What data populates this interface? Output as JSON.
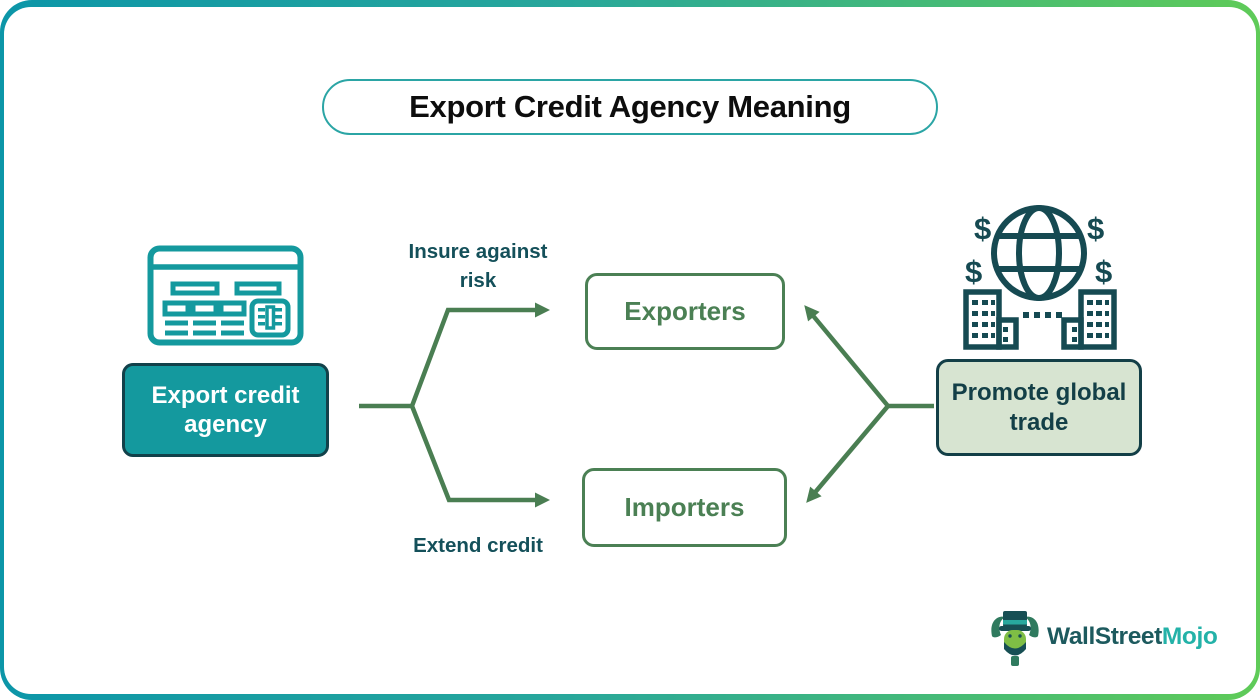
{
  "title": {
    "text": "Export Credit Agency Meaning"
  },
  "nodes": {
    "agency": {
      "label": "Export credit agency"
    },
    "exporters": {
      "label": "Exporters"
    },
    "importers": {
      "label": "Importers"
    },
    "promote": {
      "label": "Promote global trade"
    }
  },
  "annotations": {
    "insure": "Insure against risk",
    "extend": "Extend credit"
  },
  "icons": {
    "credit_card": "credit-card-icon",
    "globe_trade": "globe-trade-buildings-icon"
  },
  "logo": {
    "part1": "WallStreet",
    "part2": "Mojo"
  },
  "colors": {
    "frame_gradient_start": "#0c96a8",
    "frame_gradient_end": "#5fcb58",
    "title_border": "#2ba5a5",
    "agency_fill": "#14999e",
    "agency_border": "#12414a",
    "outline_green": "#4b8054",
    "arrow_green": "#4a7e52",
    "promote_fill": "#d7e4d1",
    "dark_teal": "#133f47",
    "annotation_text": "#14505a",
    "icon_teal": "#14999e",
    "logo_dark": "#1d5a5e",
    "logo_bright": "#23b2a8"
  }
}
